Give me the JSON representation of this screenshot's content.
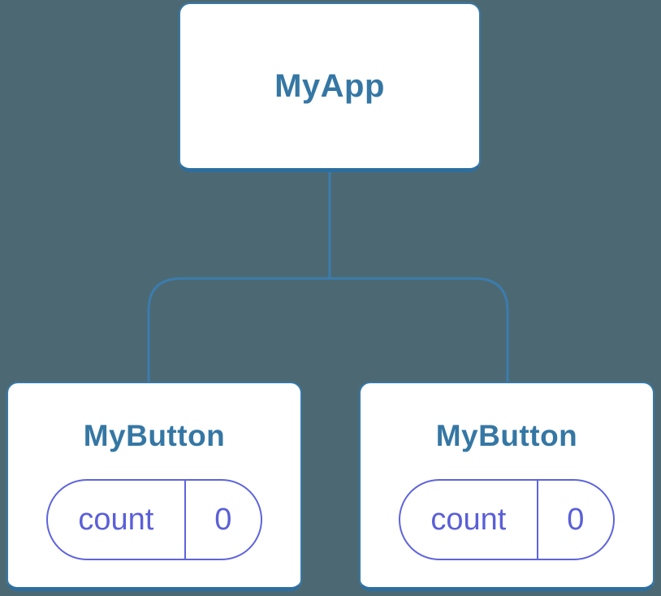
{
  "diagram": {
    "root": {
      "label": "MyApp"
    },
    "children": [
      {
        "label": "MyButton",
        "state": {
          "key": "count",
          "value": "0"
        }
      },
      {
        "label": "MyButton",
        "state": {
          "key": "count",
          "value": "0"
        }
      }
    ]
  },
  "colors": {
    "background": "#4C6973",
    "card-bg": "#FFFFFF",
    "card-border": "#3878A8",
    "card-border-bottom": "#2D6E9F",
    "title-text": "#3577A4",
    "connector": "#3B7CAD",
    "pill-border": "#5E64DC",
    "pill-text": "#5A5FD8"
  }
}
